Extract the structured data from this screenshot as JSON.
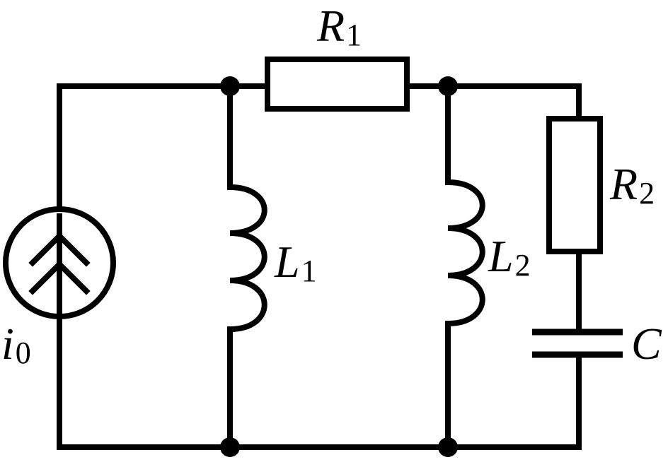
{
  "components": {
    "source": {
      "symbol": "i",
      "subscript": "0"
    },
    "r1": {
      "symbol": "R",
      "subscript": "1"
    },
    "r2": {
      "symbol": "R",
      "subscript": "2"
    },
    "l1": {
      "symbol": "L",
      "subscript": "1"
    },
    "l2": {
      "symbol": "L",
      "subscript": "2"
    },
    "c": {
      "symbol": "C"
    }
  }
}
